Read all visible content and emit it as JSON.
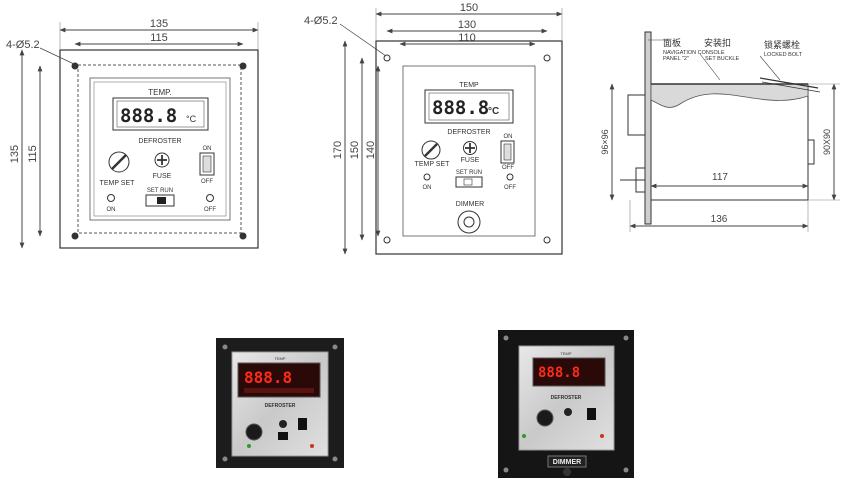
{
  "drawing1": {
    "dims": {
      "w_outer": "135",
      "w_inner": "115",
      "h_outer": "135",
      "h_inner": "115",
      "holes": "4-Ø5.2"
    },
    "panel": {
      "temp": "TEMP.",
      "display": "888.8",
      "unit": "°C",
      "defroster": "DEFROSTER",
      "on": "ON",
      "off": "OFF",
      "temp_set": "TEMP SET",
      "fuse": "FUSE",
      "set_run": "SET  RUN",
      "led_on": "ON",
      "led_off": "OFF"
    }
  },
  "drawing2": {
    "dims": {
      "w_150": "150",
      "w_130": "130",
      "w_110": "110",
      "h_170": "170",
      "h_150": "150",
      "h_140": "140",
      "holes": "4-Ø5.2"
    },
    "panel": {
      "temp": "TEMP",
      "display": "888.8",
      "unit": "°C",
      "defroster": "DEFROSTER",
      "on": "ON",
      "off": "OFF",
      "temp_set": "TEMP SET",
      "fuse": "FUSE",
      "set_run": "SET  RUN",
      "led_on": "ON",
      "led_off": "OFF",
      "dimmer": "DIMMER"
    }
  },
  "drawing3": {
    "labels": {
      "panel_cn": "面板",
      "buckle_cn": "安装扣",
      "bolt_cn": "锁紧螺栓",
      "nav_console": "NAVIGATION CONSOLE",
      "panel2": "PANEL \"2\"",
      "set_buckle": "SET BUCKLE",
      "locked_bolt": "LOCKED BOLT"
    },
    "dims": {
      "d117": "117",
      "d136": "136",
      "h96": "96×96",
      "h90": "90X90"
    }
  },
  "photo1": {
    "temp": "TEMP",
    "display": "888.8",
    "defroster": "DEFROSTER"
  },
  "photo2": {
    "temp": "TEMP",
    "display": "888.8",
    "defroster": "DEFROSTER",
    "dimmer": "DIMMER"
  }
}
